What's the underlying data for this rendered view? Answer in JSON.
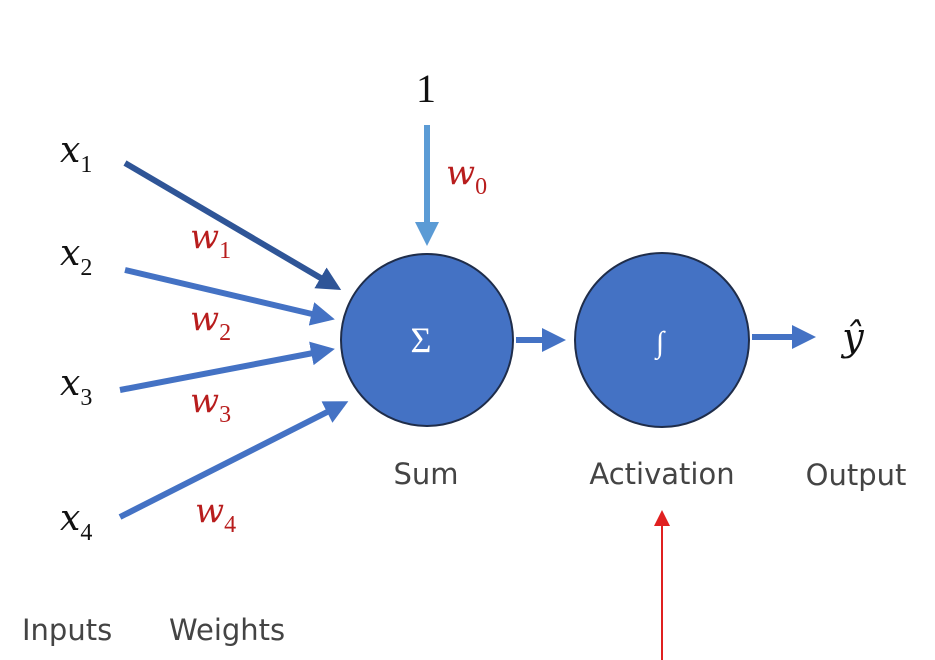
{
  "bias": {
    "value": "1",
    "weight": "w",
    "weight_sub": "0"
  },
  "inputs": [
    {
      "name": "x",
      "sub": "1",
      "weight": "w",
      "weight_sub": "1"
    },
    {
      "name": "x",
      "sub": "2",
      "weight": "w",
      "weight_sub": "2"
    },
    {
      "name": "x",
      "sub": "3",
      "weight": "w",
      "weight_sub": "3"
    },
    {
      "name": "x",
      "sub": "4",
      "weight": "w",
      "weight_sub": "4"
    }
  ],
  "sum_node": {
    "symbol": "Σ",
    "label": "Sum"
  },
  "activation_node": {
    "symbol": "∫",
    "label": "Activation"
  },
  "output": {
    "symbol": "ŷ",
    "label": "Output"
  },
  "footer": {
    "inputs_label": "Inputs",
    "weights_label": "Weights"
  },
  "colors": {
    "node_fill": "#4472c4",
    "node_stroke": "#1f2d4a",
    "arrow_dark": "#2f5597",
    "arrow_mid": "#4472c4",
    "arrow_light": "#5b9bd5",
    "weight_text": "#b81d1d",
    "pointer": "#e02020"
  }
}
